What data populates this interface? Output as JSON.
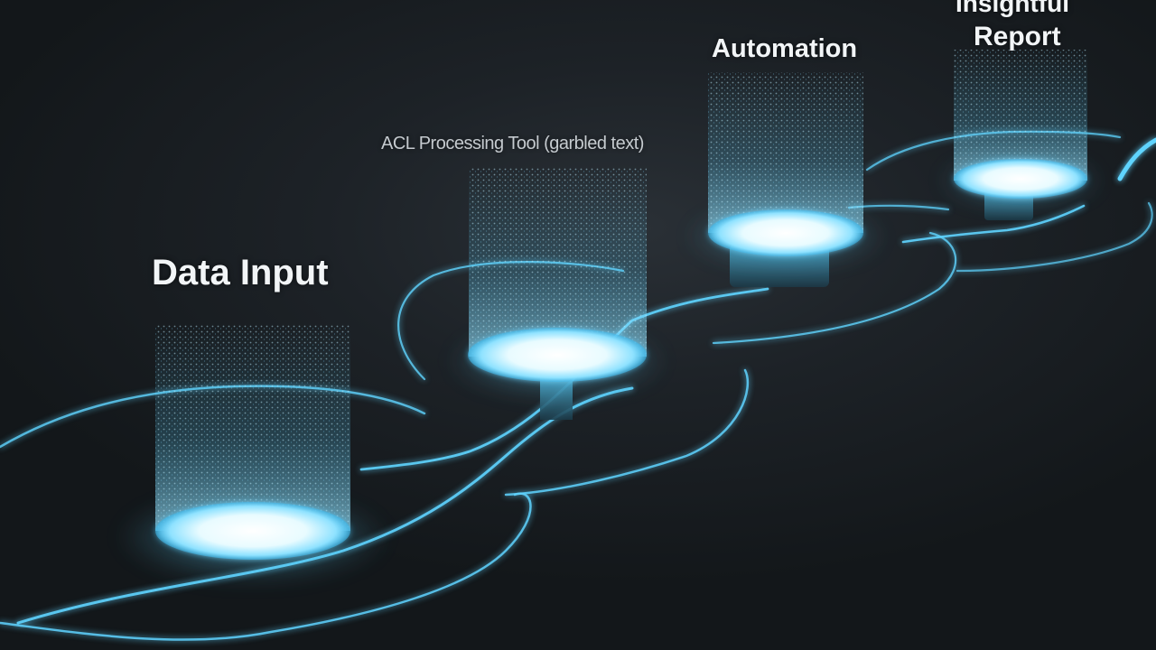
{
  "diagram": {
    "stages": [
      {
        "id": "data-input",
        "label": "Data Input"
      },
      {
        "id": "processing",
        "label": "ACL Processing Tool (garbled text)"
      },
      {
        "id": "automation",
        "label": "Automation"
      },
      {
        "id": "report",
        "label_line1": "Insightful",
        "label_line2": "Report"
      }
    ]
  },
  "colors": {
    "background": "#15191d",
    "glow": "#5fd4ff",
    "glow_core": "#e8fbff",
    "text": "#f2f5f7"
  }
}
